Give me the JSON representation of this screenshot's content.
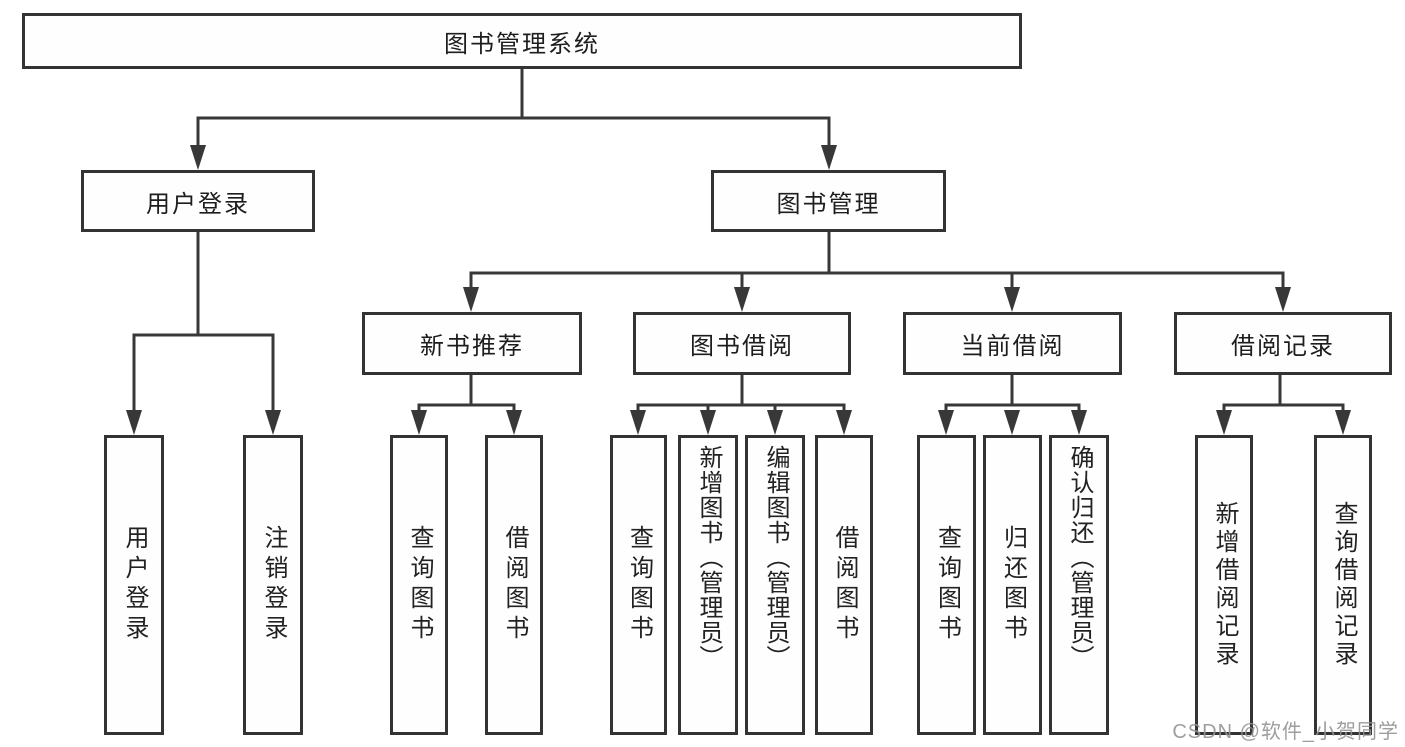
{
  "root": {
    "label": "图书管理系统"
  },
  "level2": {
    "user_login": "用户登录",
    "book_mgmt": "图书管理"
  },
  "level3": {
    "new_books": "新书推荐",
    "book_borrow": "图书借阅",
    "current_borrow": "当前借阅",
    "borrow_records": "借阅记录"
  },
  "leaves": {
    "login": [
      "用户登录",
      "注销登录"
    ],
    "new_books": [
      "查询图书",
      "借阅图书"
    ],
    "book_borrow": [
      "查询图书",
      "新增图书（管理员）",
      "编辑图书（管理员）",
      "借阅图书"
    ],
    "current_borrow": [
      "查询图书",
      "归还图书",
      "确认归还（管理员）"
    ],
    "borrow_records": [
      "新增借阅记录",
      "查询借阅记录"
    ]
  },
  "watermark": "CSDN @软件_小贺同学",
  "colors": {
    "line": "#383838",
    "box_border": "#333333",
    "watermark": "#949494"
  }
}
